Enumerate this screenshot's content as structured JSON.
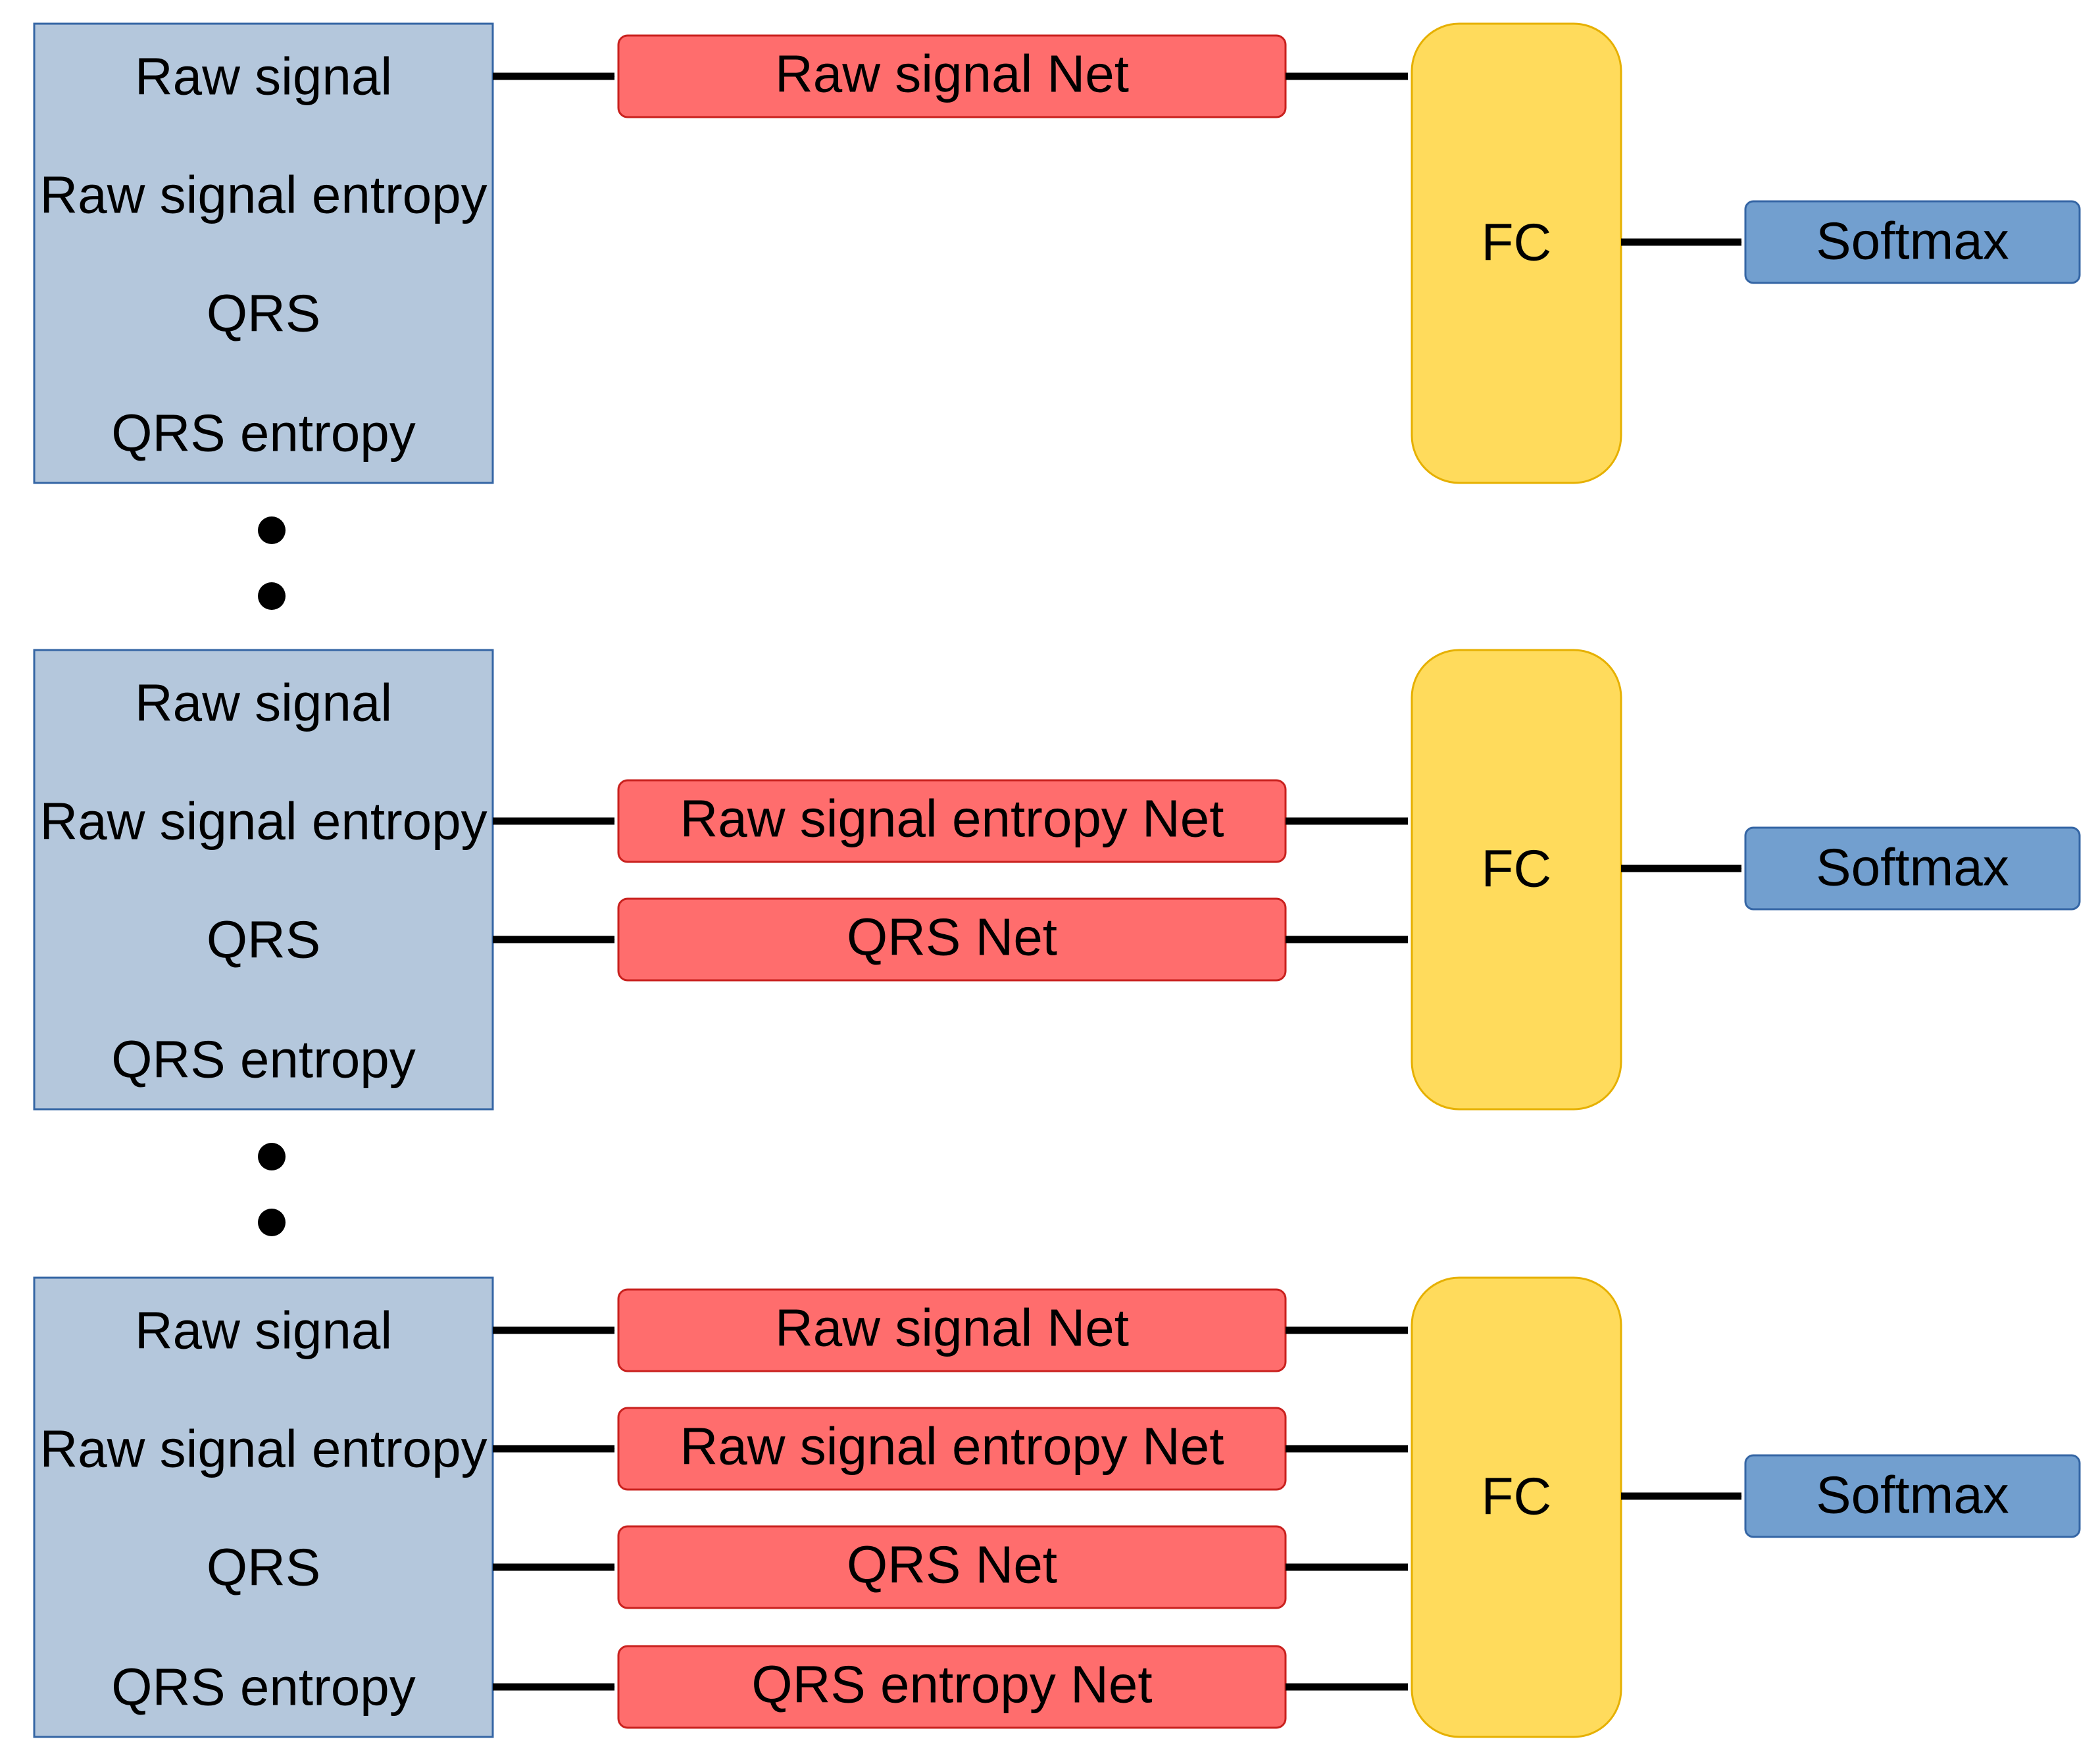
{
  "colors": {
    "input_fill": "#b4c7dc",
    "input_stroke": "#3465a4",
    "net_fill": "#ff6d6d",
    "net_stroke": "#c9211e",
    "fc_fill": "#ffdb5c",
    "fc_stroke": "#e6b000",
    "softmax_fill": "#729fcf",
    "softmax_stroke": "#3465a4"
  },
  "rows": [
    {
      "inputs": [
        "Raw signal",
        "Raw signal entropy",
        "QRS",
        "QRS entropy"
      ],
      "nets": [
        {
          "input_index": 0,
          "label": "Raw signal Net"
        }
      ],
      "fc_label": "FC",
      "softmax_label": "Softmax"
    },
    {
      "inputs": [
        "Raw signal",
        "Raw signal entropy",
        "QRS",
        "QRS entropy"
      ],
      "nets": [
        {
          "input_index": 1,
          "label": "Raw signal entropy Net"
        },
        {
          "input_index": 2,
          "label": "QRS Net"
        }
      ],
      "fc_label": "FC",
      "softmax_label": "Softmax"
    },
    {
      "inputs": [
        "Raw signal",
        "Raw signal entropy",
        "QRS",
        "QRS entropy"
      ],
      "nets": [
        {
          "input_index": 0,
          "label": "Raw signal Net"
        },
        {
          "input_index": 1,
          "label": "Raw signal entropy Net"
        },
        {
          "input_index": 2,
          "label": "QRS Net"
        },
        {
          "input_index": 3,
          "label": "QRS entropy Net"
        }
      ],
      "fc_label": "FC",
      "softmax_label": "Softmax"
    }
  ]
}
